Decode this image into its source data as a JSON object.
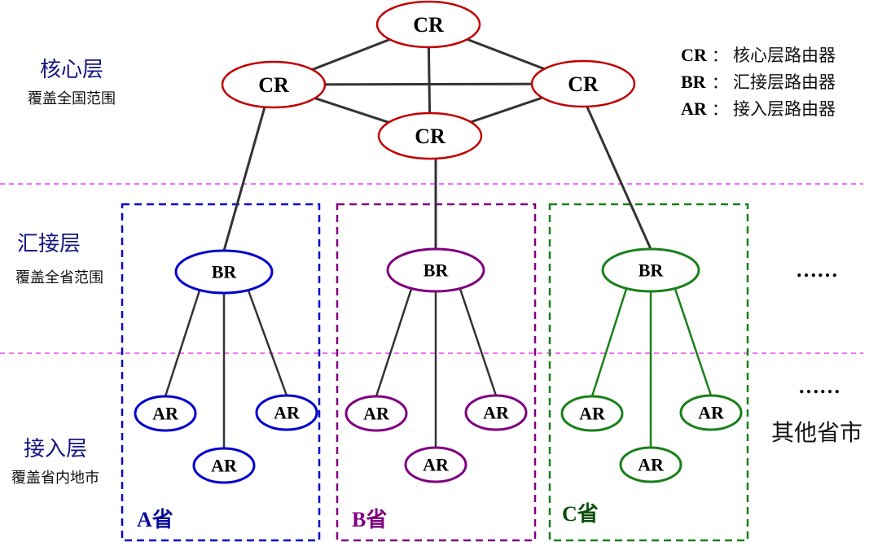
{
  "layers": [
    {
      "title": "核心层",
      "subtitle": "覆盖全国范围"
    },
    {
      "title": "汇接层",
      "subtitle": "覆盖全省范围"
    },
    {
      "title": "接入层",
      "subtitle": "覆盖省内地市"
    }
  ],
  "legend": [
    {
      "key": "CR",
      "sep": "：",
      "desc": "核心层路由器"
    },
    {
      "key": "BR",
      "sep": "：",
      "desc": "汇接层路由器"
    },
    {
      "key": "AR",
      "sep": "：",
      "desc": "接入层路由器"
    }
  ],
  "core_routers": [
    {
      "id": "cr-top",
      "label": "CR"
    },
    {
      "id": "cr-left",
      "label": "CR"
    },
    {
      "id": "cr-right",
      "label": "CR"
    },
    {
      "id": "cr-bottom",
      "label": "CR"
    }
  ],
  "core_links": [
    [
      "cr-top",
      "cr-left"
    ],
    [
      "cr-top",
      "cr-right"
    ],
    [
      "cr-top",
      "cr-bottom"
    ],
    [
      "cr-left",
      "cr-right"
    ],
    [
      "cr-left",
      "cr-bottom"
    ],
    [
      "cr-right",
      "cr-bottom"
    ]
  ],
  "provinces": [
    {
      "name": "A省",
      "color": "#0000cc",
      "label_color": "#0a0a99",
      "link_color": "#333333",
      "uplink": "cr-left",
      "br": "BR",
      "ars": [
        "AR",
        "AR",
        "AR"
      ]
    },
    {
      "name": "B省",
      "color": "#800080",
      "label_color": "#800080",
      "link_color": "#333333",
      "uplink": "cr-bottom",
      "br": "BR",
      "ars": [
        "AR",
        "AR",
        "AR"
      ]
    },
    {
      "name": "C省",
      "color": "#1a801a",
      "label_color": "#0b4d0b",
      "link_color": "#1a801a",
      "uplink": "cr-right",
      "br": "BR",
      "ars": [
        "AR",
        "AR",
        "AR"
      ]
    }
  ],
  "others": {
    "ellipsis_top": "……",
    "ellipsis_bottom": "……",
    "label": "其他省市"
  },
  "colors": {
    "core": "#c00000",
    "layer_divider": "#ee44ee",
    "link": "#333333"
  }
}
